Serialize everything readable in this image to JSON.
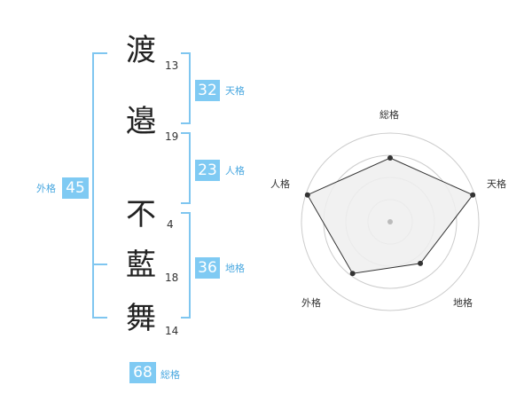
{
  "name": {
    "characters": [
      {
        "char": "渡",
        "strokes": "13"
      },
      {
        "char": "邉",
        "strokes": "19"
      },
      {
        "char": "不",
        "strokes": "4"
      },
      {
        "char": "藍",
        "strokes": "18"
      },
      {
        "char": "舞",
        "strokes": "14"
      }
    ]
  },
  "fortunes": {
    "tenkaku": {
      "label": "天格",
      "value": "32"
    },
    "jinkaku": {
      "label": "人格",
      "value": "23"
    },
    "chikaku": {
      "label": "地格",
      "value": "36"
    },
    "gaikaku": {
      "label": "外格",
      "value": "45"
    },
    "soukaku": {
      "label": "総格",
      "value": "68"
    }
  },
  "chart_data": {
    "type": "radar",
    "axes": [
      "総格",
      "天格",
      "地格",
      "外格",
      "人格"
    ],
    "values": [
      0.72,
      0.98,
      0.58,
      0.72,
      0.98
    ],
    "rings": 4,
    "colors": {
      "fill": "#eeeeee",
      "line": "#333333",
      "grid": "#cccccc",
      "point": "#333333",
      "center": "#bbbbbb"
    }
  },
  "colors": {
    "accent": "#7fcaf3",
    "bracket": "#7fc6f0"
  }
}
